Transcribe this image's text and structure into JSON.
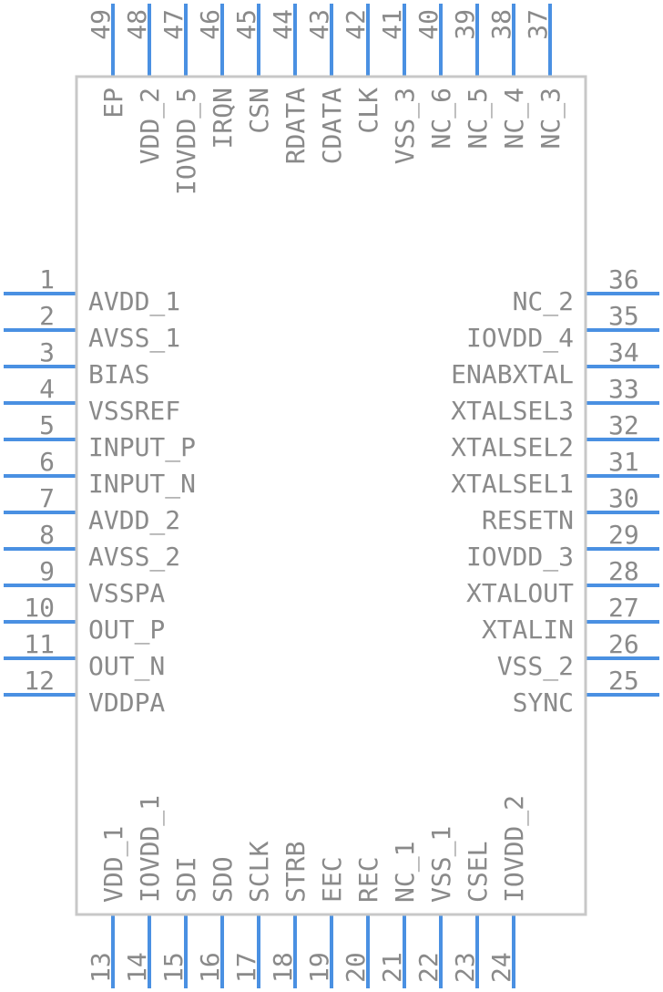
{
  "colors": {
    "pin": "#4a90e2",
    "body_outline": "#c8c8c8",
    "text": "#8a8a8a"
  },
  "pins": {
    "left": [
      {
        "num": "1",
        "name": "AVDD_1"
      },
      {
        "num": "2",
        "name": "AVSS_1"
      },
      {
        "num": "3",
        "name": "BIAS"
      },
      {
        "num": "4",
        "name": "VSSREF"
      },
      {
        "num": "5",
        "name": "INPUT_P"
      },
      {
        "num": "6",
        "name": "INPUT_N"
      },
      {
        "num": "7",
        "name": "AVDD_2"
      },
      {
        "num": "8",
        "name": "AVSS_2"
      },
      {
        "num": "9",
        "name": "VSSPA"
      },
      {
        "num": "10",
        "name": "OUT_P"
      },
      {
        "num": "11",
        "name": "OUT_N"
      },
      {
        "num": "12",
        "name": "VDDPA"
      }
    ],
    "right": [
      {
        "num": "36",
        "name": "NC_2"
      },
      {
        "num": "35",
        "name": "IOVDD_4"
      },
      {
        "num": "34",
        "name": "ENABXTAL"
      },
      {
        "num": "33",
        "name": "XTALSEL3"
      },
      {
        "num": "32",
        "name": "XTALSEL2"
      },
      {
        "num": "31",
        "name": "XTALSEL1"
      },
      {
        "num": "30",
        "name": "RESETN"
      },
      {
        "num": "29",
        "name": "IOVDD_3"
      },
      {
        "num": "28",
        "name": "XTALOUT"
      },
      {
        "num": "27",
        "name": "XTALIN"
      },
      {
        "num": "26",
        "name": "VSS_2"
      },
      {
        "num": "25",
        "name": "SYNC"
      }
    ],
    "bottom": [
      {
        "num": "13",
        "name": "VDD_1"
      },
      {
        "num": "14",
        "name": "IOVDD_1"
      },
      {
        "num": "15",
        "name": "SDI"
      },
      {
        "num": "16",
        "name": "SDO"
      },
      {
        "num": "17",
        "name": "SCLK"
      },
      {
        "num": "18",
        "name": "STRB"
      },
      {
        "num": "19",
        "name": "EEC"
      },
      {
        "num": "20",
        "name": "REC"
      },
      {
        "num": "21",
        "name": "NC_1"
      },
      {
        "num": "22",
        "name": "VSS_1"
      },
      {
        "num": "23",
        "name": "CSEL"
      },
      {
        "num": "24",
        "name": "IOVDD_2"
      }
    ],
    "top": [
      {
        "num": "49",
        "name": "EP"
      },
      {
        "num": "48",
        "name": "VDD_2"
      },
      {
        "num": "47",
        "name": "IOVDD_5"
      },
      {
        "num": "46",
        "name": "IRQN"
      },
      {
        "num": "45",
        "name": "CSN"
      },
      {
        "num": "44",
        "name": "RDATA"
      },
      {
        "num": "43",
        "name": "CDATA"
      },
      {
        "num": "42",
        "name": "CLK"
      },
      {
        "num": "41",
        "name": "VSS_3"
      },
      {
        "num": "40",
        "name": "NC_6"
      },
      {
        "num": "39",
        "name": "NC_5"
      },
      {
        "num": "38",
        "name": "NC_4"
      },
      {
        "num": "37",
        "name": "NC_3"
      }
    ]
  }
}
